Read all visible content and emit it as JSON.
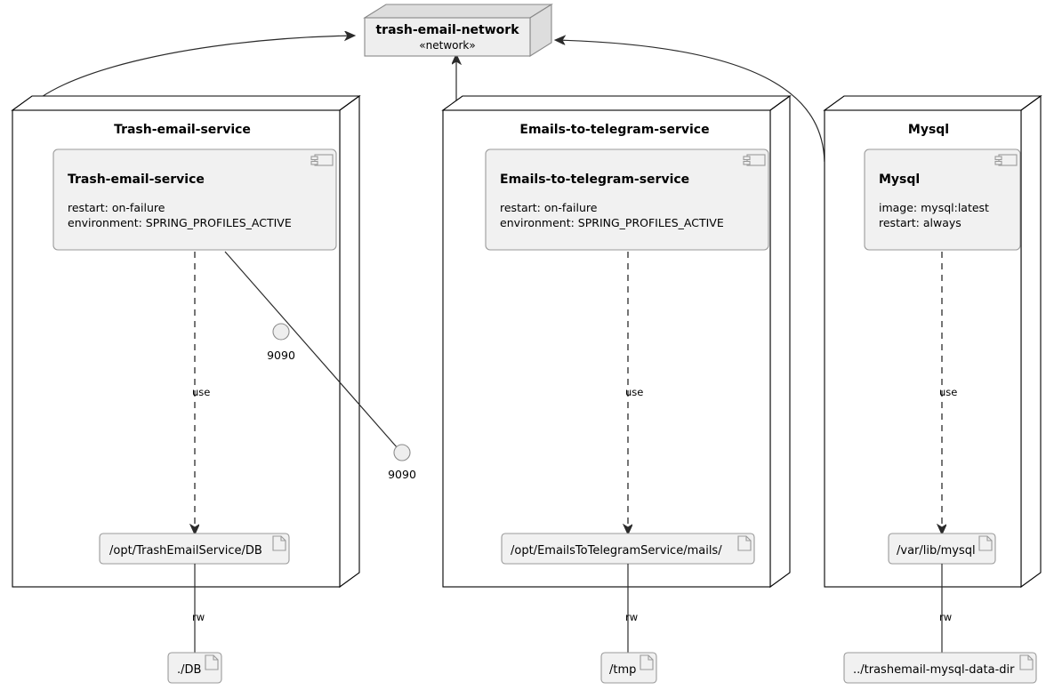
{
  "diagram": {
    "type": "uml-deployment-diagram",
    "background_color": "#FFFFFF",
    "node_fill": "#FFFFFF",
    "component_fill": "#F1F1F1",
    "network_fill": "#EEEEEE",
    "line_color": "#2B2B2B"
  },
  "network": {
    "name": "trash-email-network",
    "stereotype": "«network»"
  },
  "nodes": [
    {
      "title": "Trash-email-service",
      "component": {
        "name": "Trash-email-service",
        "attributes": [
          "restart: on-failure",
          "environment: SPRING_PROFILES_ACTIVE"
        ],
        "icon": "component-icon"
      },
      "ports": [
        {
          "label": "9090"
        },
        {
          "label": "9090"
        }
      ],
      "use_label": "use",
      "artifact": {
        "label": "/opt/TrashEmailService/DB",
        "icon": "document-icon"
      },
      "mount_label": "rw",
      "host_artifact": {
        "label": "./DB",
        "icon": "document-icon"
      }
    },
    {
      "title": "Emails-to-telegram-service",
      "component": {
        "name": "Emails-to-telegram-service",
        "attributes": [
          "restart: on-failure",
          "environment: SPRING_PROFILES_ACTIVE"
        ],
        "icon": "component-icon"
      },
      "ports": [],
      "use_label": "use",
      "artifact": {
        "label": "/opt/EmailsToTelegramService/mails/",
        "icon": "document-icon"
      },
      "mount_label": "rw",
      "host_artifact": {
        "label": "/tmp",
        "icon": "document-icon"
      }
    },
    {
      "title": "Mysql",
      "component": {
        "name": "Mysql",
        "attributes": [
          "image: mysql:latest",
          "restart: always"
        ],
        "icon": "component-icon"
      },
      "ports": [],
      "use_label": "use",
      "artifact": {
        "label": "/var/lib/mysql",
        "icon": "document-icon"
      },
      "mount_label": "rw",
      "host_artifact": {
        "label": "../trashemail-mysql-data-dir",
        "icon": "document-icon"
      }
    }
  ]
}
